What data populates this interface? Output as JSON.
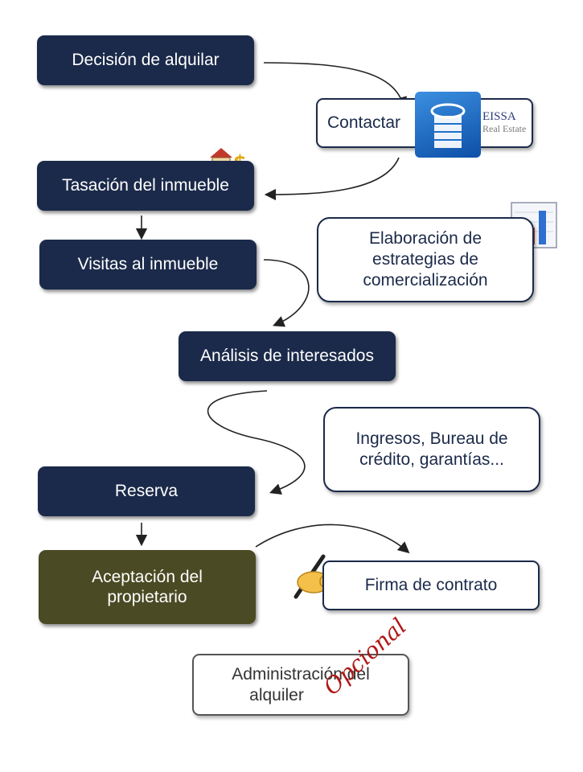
{
  "flow": {
    "decision": "Decisión de alquilar",
    "contact": "Contactar",
    "valuation": "Tasación del inmueble",
    "visits": "Visitas al inmueble",
    "strategy": [
      "Elaboración de",
      "estrategias de",
      "comercialización"
    ],
    "analysis": "Análisis de interesados",
    "checks": [
      "Ingresos, Bureau de",
      "crédito, garantías..."
    ],
    "reservation": "Reserva",
    "approval": [
      "Aceptación del",
      "propietario"
    ],
    "signing": "Firma de contrato",
    "administration": [
      "Administración del",
      "alquiler"
    ],
    "optional_stamp": "Opcional"
  },
  "logo": {
    "line1": "EISSA",
    "line2": "Real Estate"
  },
  "icons": {
    "house": "house-icon",
    "dollar": "dollar-icon",
    "chart": "bar-chart-icon",
    "hand": "writing-hand-icon",
    "building": "building-logo-icon"
  },
  "colors": {
    "navy": "#1b2a4a",
    "olive": "#4a4a24",
    "stamp_red": "#b01818"
  }
}
